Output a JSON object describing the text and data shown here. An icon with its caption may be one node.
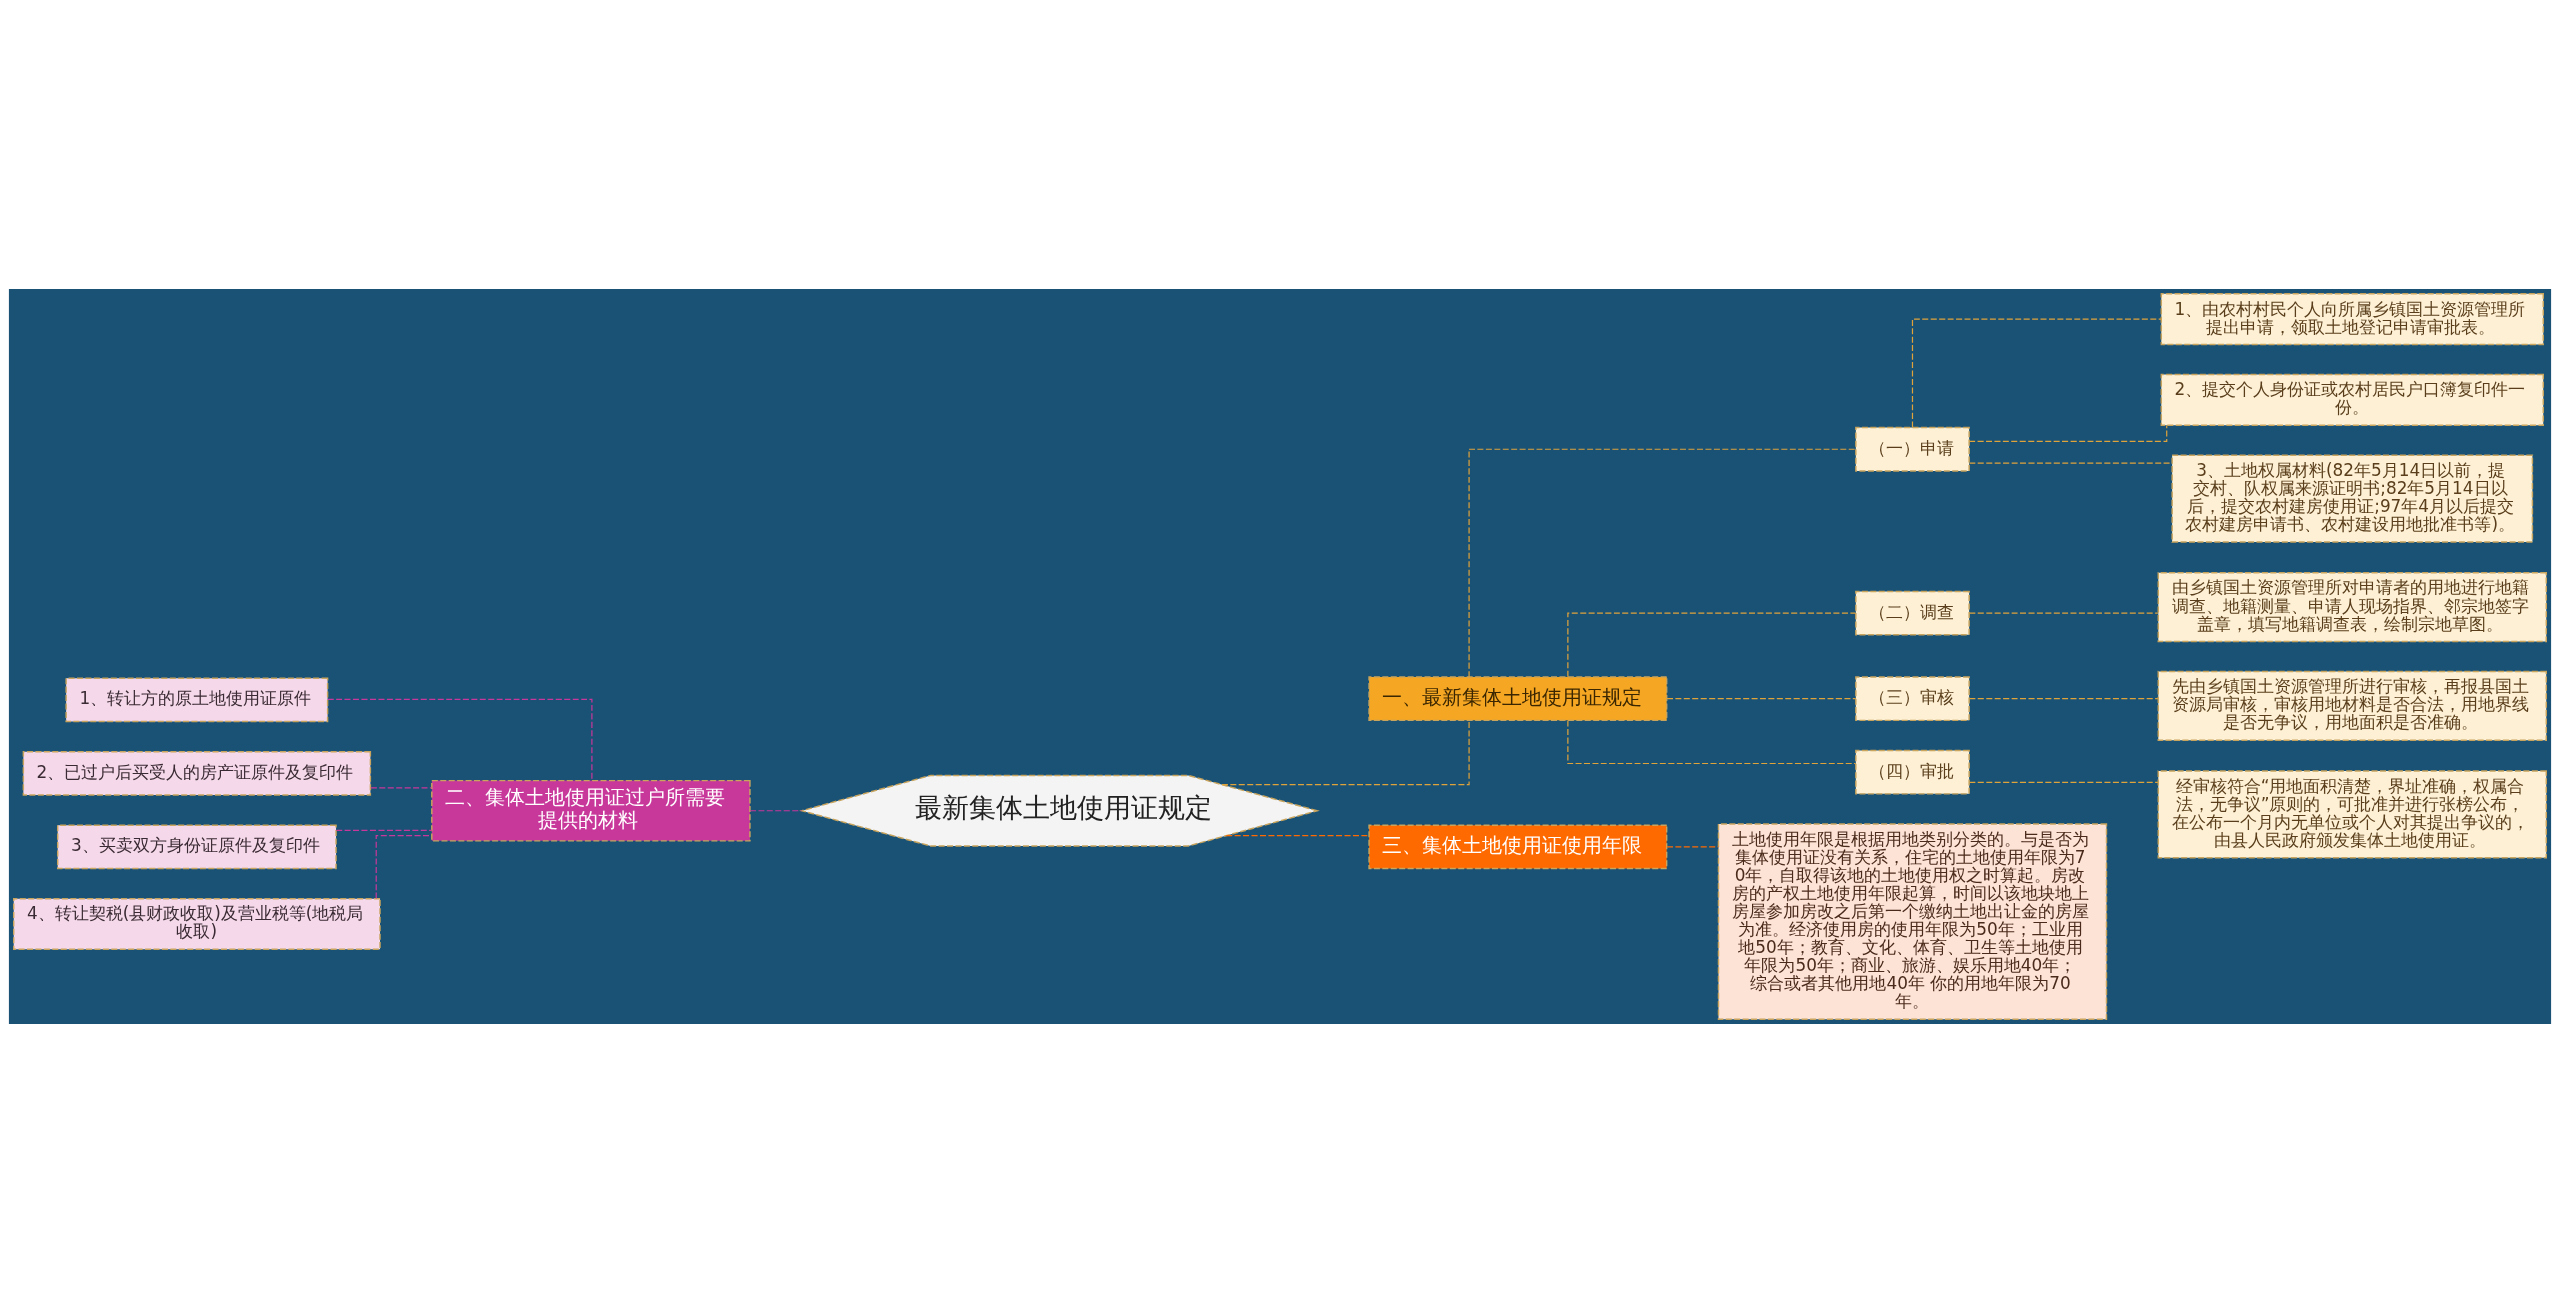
{
  "diagram": {
    "nodes": [
      {
        "text": [
          "最新集体土地使用证规定"
        ]
      },
      {
        "text": [
          "一、最新集体土地使用证规定"
        ]
      },
      {
        "text": [
          "（一）申请"
        ]
      },
      {
        "text": [
          "1、由农村村民个人向所属乡镇国土资源管理所提出申请，领取土地登记申请审批表。"
        ]
      },
      {
        "text": [
          "2、提交个人身份证或农村居民户口簿复印件一份。"
        ]
      },
      {
        "text": [
          "3、土地权属材料(82年5月14日以前，提交村、队权属来源证明书;82年5月14日以后，提交农村建房使用证;97年4月以后提交农村建房申请书、农村建设用地批准书等)。"
        ]
      },
      {
        "text": [
          "（二）调查"
        ]
      },
      {
        "text": [
          "由乡镇国土资源管理所对申请者的用地进行地籍调查、地籍测量、申请人现场指界、邻宗地签字盖章，填写地籍调查表，绘制宗地草图。"
        ]
      },
      {
        "text": [
          "（三）审核"
        ]
      },
      {
        "text": [
          "先由乡镇国土资源管理所进行审核，再报县国土资源局审核，审核用地材料是否合法，用地界线是否无争议，用地面积是否准确。"
        ]
      },
      {
        "text": [
          "（四）审批"
        ]
      },
      {
        "text": [
          "经审核符合“用地面积清楚，界址准确，权属合法，无争议”原则的，可批准并进行张榜公布，在公布一个月内无单位或个人对其提出争议的，由县人民政府颁发集体土地使用证。"
        ]
      },
      {
        "text": [
          "二、集体土地使用证过户所需要提供的材料"
        ]
      },
      {
        "text": [
          "1、转让方的原土地使用证原件"
        ]
      },
      {
        "text": [
          "2、已过户后买受人的房产证原件及复印件"
        ]
      },
      {
        "text": [
          "3、买卖双方身份证原件及复印件"
        ]
      },
      {
        "text": [
          "4、转让契税(县财政收取)及营业税等(地税局收取)"
        ]
      },
      {
        "text": [
          "三、集体土地使用证使用年限"
        ]
      },
      {
        "text": [
          "土地使用年限是根据用地类别分类的。与是否为集体使用证没有关系，住宅的土地使用年限为70年，自取得该地的土地使用权之时算起。房改房的产权土地使用年限起算，时间以该地块地上房屋参加房改之后第一个缴纳土地出让金的房屋为准。经济使用房的使用年限为50年；工业用地50年；教育、文化、体育、卫生等土地使用年限为50年；商业、旅游、娱乐用地40年；综合或者其他用地40年 你的用地年限为70年。"
        ]
      }
    ],
    "edges": [
      {
        "from": 0,
        "to": 1,
        "arrow": "none",
        "style": "dashed"
      },
      {
        "from": 1,
        "to": 2,
        "arrow": "none",
        "style": "dashed"
      },
      {
        "from": 2,
        "to": 3,
        "arrow": "none",
        "style": "dashed"
      },
      {
        "from": 2,
        "to": 4,
        "arrow": "none",
        "style": "dashed"
      },
      {
        "from": 2,
        "to": 5,
        "arrow": "none",
        "style": "dashed"
      },
      {
        "from": 1,
        "to": 6,
        "arrow": "none",
        "style": "dashed"
      },
      {
        "from": 6,
        "to": 7,
        "arrow": "none",
        "style": "dashed"
      },
      {
        "from": 1,
        "to": 8,
        "arrow": "none",
        "style": "dashed"
      },
      {
        "from": 8,
        "to": 9,
        "arrow": "none",
        "style": "dashed"
      },
      {
        "from": 1,
        "to": 10,
        "arrow": "none",
        "style": "dashed"
      },
      {
        "from": 10,
        "to": 11,
        "arrow": "none",
        "style": "dashed"
      },
      {
        "from": 12,
        "to": 0,
        "arrow": "none",
        "style": "dashed",
        "color": "#c8379a"
      },
      {
        "from": 13,
        "to": 12,
        "arrow": "none",
        "style": "dashed",
        "color": "#c8379a"
      },
      {
        "from": 14,
        "to": 12,
        "arrow": "none",
        "style": "dashed",
        "color": "#c8379a"
      },
      {
        "from": 15,
        "to": 12,
        "arrow": "none",
        "style": "dashed",
        "color": "#c8379a"
      },
      {
        "from": 16,
        "to": 12,
        "arrow": "none",
        "style": "dashed",
        "color": "#c8379a"
      },
      {
        "from": 0,
        "to": 17,
        "arrow": "none",
        "style": "dashed",
        "color": "#ff6a00"
      },
      {
        "from": 17,
        "to": 18,
        "arrow": "none",
        "style": "dashed",
        "color": "#ff6a00"
      }
    ]
  }
}
